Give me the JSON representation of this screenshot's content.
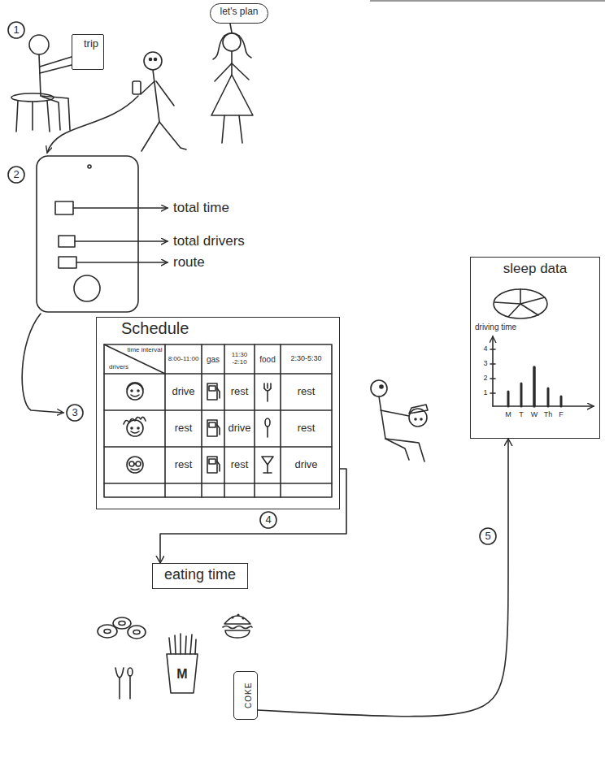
{
  "diagram": {
    "nodes": [
      {
        "text": [
          "trip"
        ]
      },
      {
        "text": [
          "let's plan"
        ]
      },
      {
        "text": [
          "sleep data"
        ]
      },
      {
        "text": [
          "Schedule"
        ]
      },
      {
        "text": [
          "eating time"
        ]
      },
      {
        "text": [
          "COKE"
        ]
      }
    ],
    "edges": [
      {
        "from": 3,
        "to": 4,
        "arrow": "to"
      },
      {
        "from": 5,
        "to": 2,
        "arrow": "to"
      }
    ],
    "labels": [
      "1",
      "2",
      "total time",
      "total drivers",
      "route",
      "3",
      "time interval",
      "drivers",
      "8:00-11:00",
      "gas",
      "11:30 -2:10",
      "food",
      "2:30-5:30",
      "drive",
      "rest",
      "rest",
      "rest",
      "drive",
      "rest",
      "rest",
      "rest",
      "drive",
      "4",
      "5",
      "driving time",
      "4",
      "3",
      "2",
      "1",
      "M",
      "T",
      "W",
      "Th",
      "F",
      "M"
    ]
  }
}
